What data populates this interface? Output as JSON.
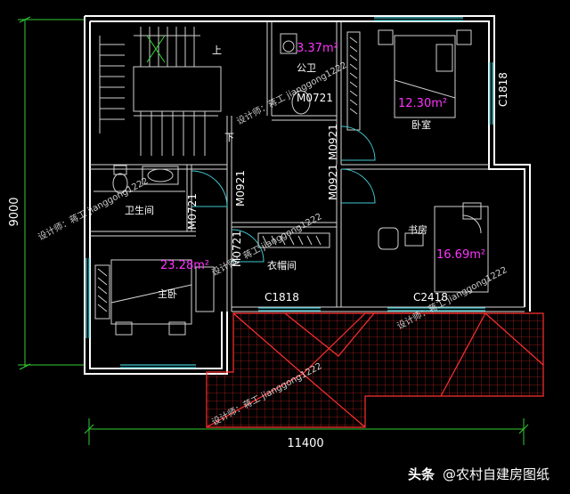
{
  "dimensions": {
    "total_width": "11400",
    "total_depth": "9000"
  },
  "rooms": {
    "public_bath": {
      "label": "公卫",
      "area": "3.37m²"
    },
    "bedroom": {
      "label": "卧室",
      "area": "12.30m²"
    },
    "bathroom": {
      "label": "卫生间"
    },
    "study": {
      "label": "书房",
      "area": "16.69m²"
    },
    "master_bedroom": {
      "label": "主卧",
      "area": "23.28m²"
    },
    "wardrobe": {
      "label": "衣帽间"
    }
  },
  "stairs": {
    "up": "上",
    "down": "下"
  },
  "door_codes": {
    "public_bath_door": "M0721",
    "bedroom_door": "M0921",
    "corridor_door": "M0921",
    "study_door": "M0921",
    "bath_door": "M0721",
    "wardrobe_door": "M0721"
  },
  "window_codes": {
    "bedroom_window": "C1818",
    "wardrobe_window": "C1818",
    "study_window": "C2418"
  },
  "watermark": "设计师：蒋工 jianggong1222",
  "brand": {
    "prefix": "头条",
    "account": "@农村自建房图纸"
  },
  "colors": {
    "background": "#000000",
    "walls": "#ffffff",
    "windows": "#40c8d0",
    "roof": "#ff3030",
    "dimension_lines": "#33cc33",
    "area_text": "#ff33ff"
  }
}
